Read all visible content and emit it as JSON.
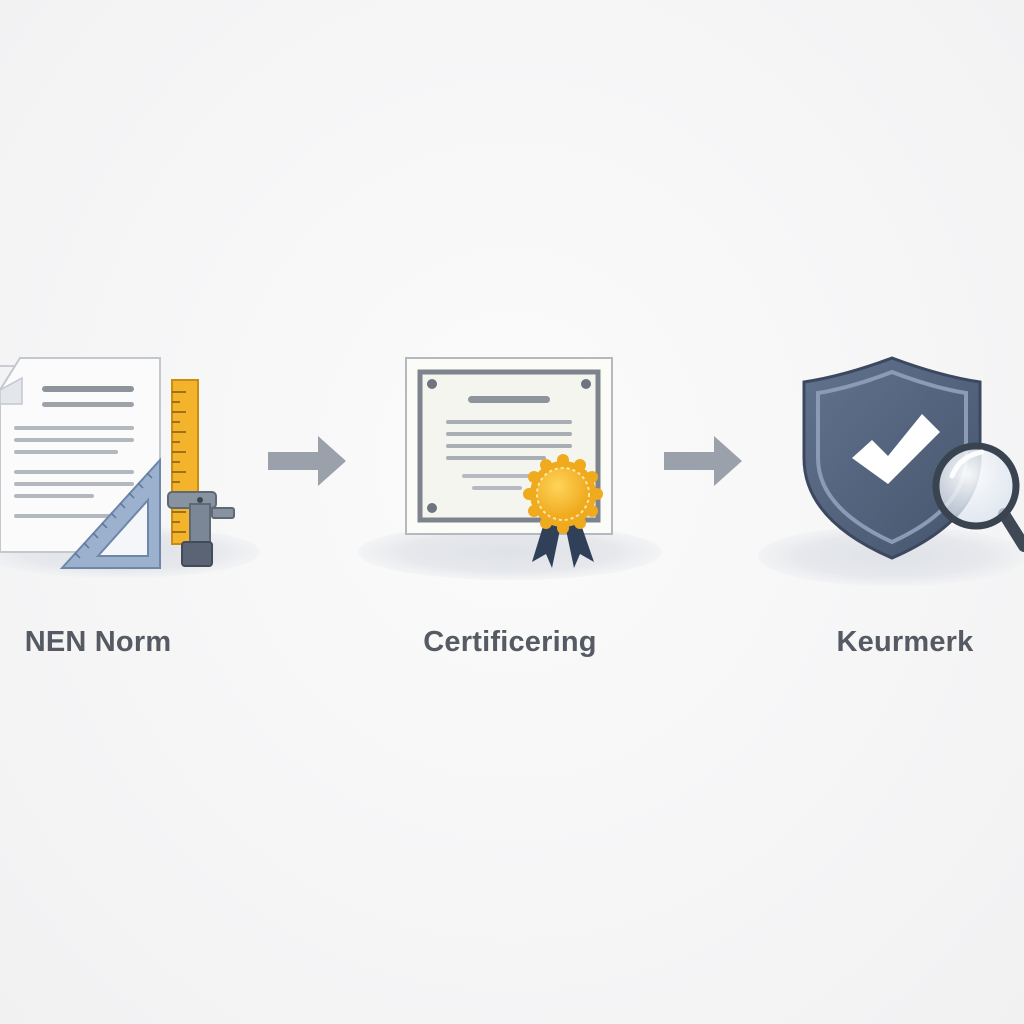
{
  "steps": [
    {
      "label": "NEN Norm",
      "icon": "document-ruler-icon"
    },
    {
      "label": "Certificering",
      "icon": "certificate-icon"
    },
    {
      "label": "Keurmerk",
      "icon": "shield-check-icon"
    }
  ],
  "connectors": [
    "arrow-right-icon",
    "arrow-right-icon"
  ],
  "colors": {
    "label_text": "#555a63",
    "arrow": "#9aa1aa",
    "shield": "#55657f",
    "gold": "#f4b429",
    "ribbon": "#2f4058",
    "ruler": "#f3b42b",
    "triangle": "#8ea6c8",
    "platform": "#e4e6ea"
  }
}
